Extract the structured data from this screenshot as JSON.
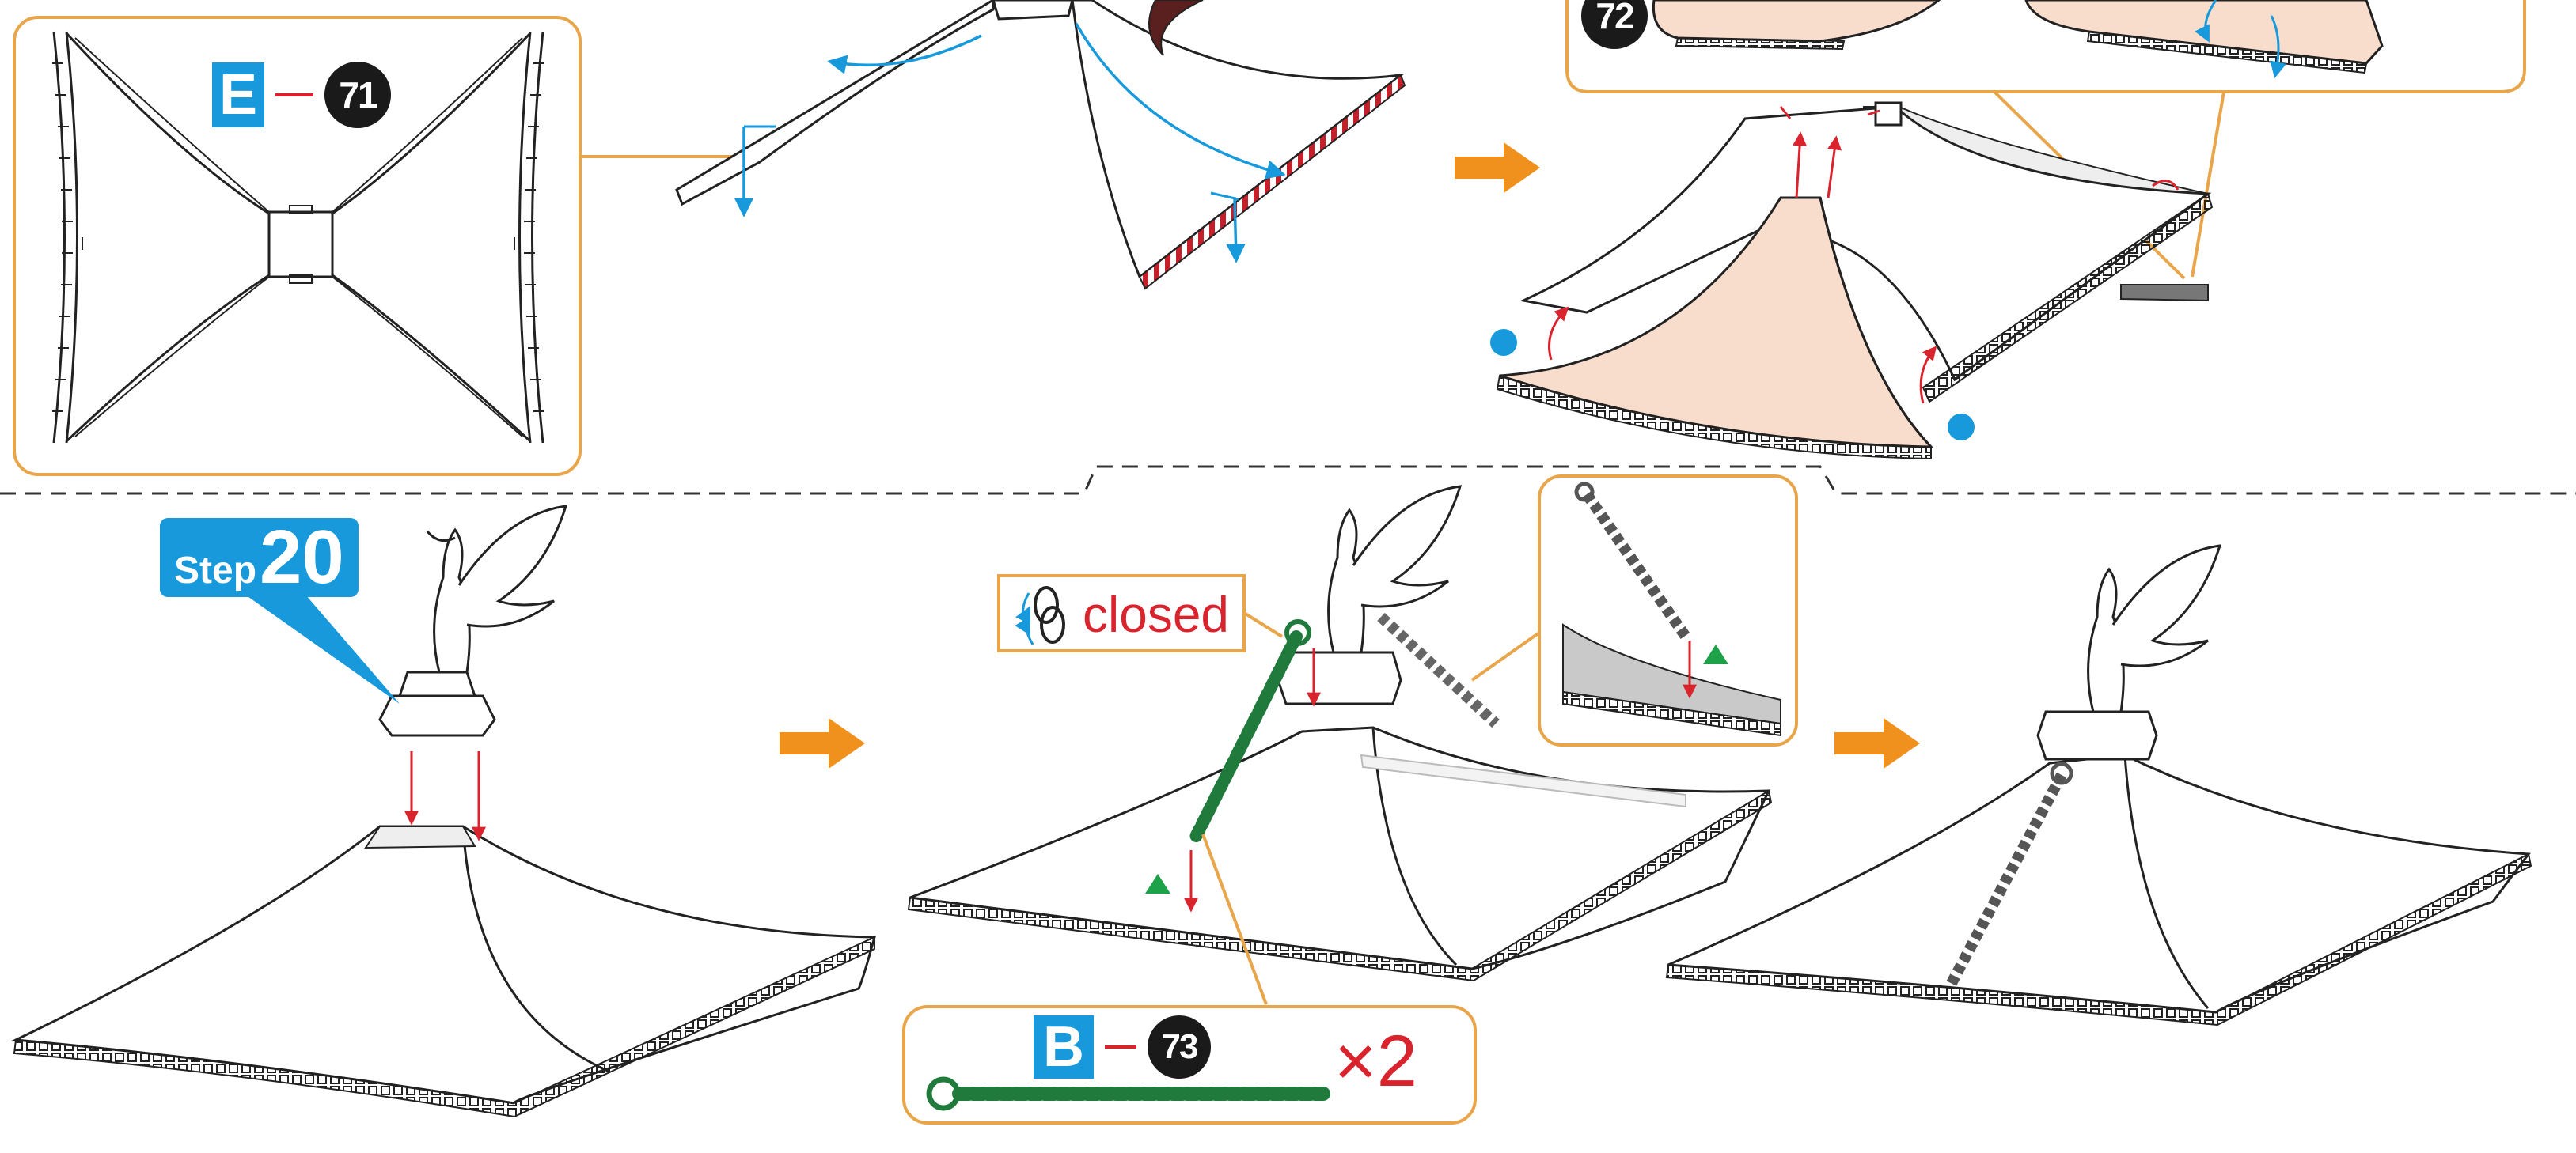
{
  "callouts": {
    "top_left_part": {
      "letter": "E",
      "number": "71"
    },
    "top_right_part": {
      "number": "72"
    },
    "chain_part": {
      "letter": "B",
      "number": "73",
      "quantity": "×2"
    }
  },
  "step": {
    "prefix": "Step",
    "number": "20"
  },
  "note": {
    "closed_label": "closed"
  },
  "colors": {
    "accent_blue": "#1799dc",
    "arrow_orange": "#f0911e",
    "callout_border": "#e9a54a",
    "marker_red": "#d9232d",
    "chain_green": "#1f7a3c",
    "roof_tint": "#f8dccc",
    "marker_green": "#1da24a"
  },
  "icons": [
    "arrow-right-icon",
    "phoenix-ornament-icon",
    "chain-icon",
    "ring-close-icon",
    "triangle-marker-icon",
    "dot-marker-icon"
  ]
}
